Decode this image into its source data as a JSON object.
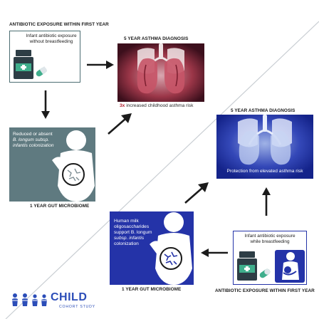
{
  "top_left": {
    "heading": "ANTIBIOTIC EXPOSURE WITHIN FIRST YEAR",
    "card_line1": "Infant antibiotic exposure",
    "card_line2": "without breastfeeding"
  },
  "top_right": {
    "heading": "5 YEAR ASTHMA DIAGNOSIS",
    "risk_bold": "3x",
    "risk_text": "increased childhood asthma risk"
  },
  "middle_left": {
    "line1": "Reduced or absent",
    "line2": "B. longum subsp.",
    "line3": "infantis colonization",
    "caption": "1 YEAR GUT MICROBIOME"
  },
  "middle_right": {
    "heading": "5 YEAR ASTHMA DIAGNOSIS",
    "overlay": "Protection from elevated asthma risk"
  },
  "bottom_left": {
    "line1": "Human milk",
    "line2": "oligosaccharides",
    "line3": "support B. longum",
    "line4": "subsp. infantis",
    "line5": "colonization",
    "caption": "1 YEAR GUT MICROBIOME"
  },
  "bottom_right": {
    "card_line1": "Infant antibiotic exposure",
    "card_line2": "while breastfeeding",
    "caption": "ANTIBIOTIC EXPOSURE WITHIN FIRST YEAR"
  },
  "logo": {
    "name": "CHILD",
    "subtitle": "COHORT STUDY"
  },
  "colors": {
    "slate": "#5f7a80",
    "navy": "#2433a8",
    "asthma_red": "#b11a2a",
    "logo_blue": "#2b4db8"
  }
}
